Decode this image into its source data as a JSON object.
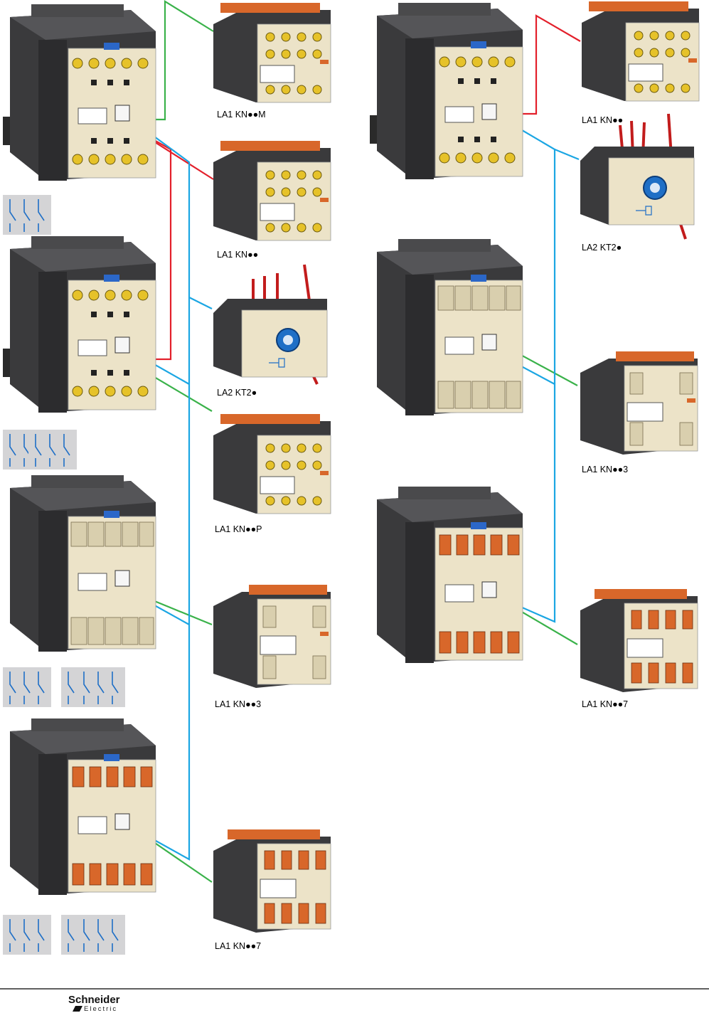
{
  "accessory_labels": {
    "la1_kn_m": "LA1 KN●●M",
    "la1_kn_left": "LA1 KN●●",
    "la2_kt2_left": "LA2 KT2●",
    "la1_kn_p": "LA1 KN●●P",
    "la1_kn_3_left": "LA1 KN●●3",
    "la1_kn_7_left": "LA1 KN●●7",
    "la1_kn_right": "LA1 KN●●",
    "la2_kt2_right": "LA2 KT2●",
    "la1_kn_3_right": "LA1 KN●●3",
    "la1_kn_7_right": "LA1 KN●●7"
  },
  "footer": {
    "brand_name": "Schneider",
    "brand_sub": "Electric"
  },
  "colors": {
    "red_line": "#e3202b",
    "blue_line": "#1ba6e3",
    "green_line": "#3ab24a",
    "body_dark": "#3c3c3e",
    "body_light": "#ece3c8",
    "terminal_yellow": "#e6c229",
    "terminal_orange": "#d8672a",
    "marker_blue": "#1f6fc6",
    "symbol_bg": "#d4d4d6"
  }
}
